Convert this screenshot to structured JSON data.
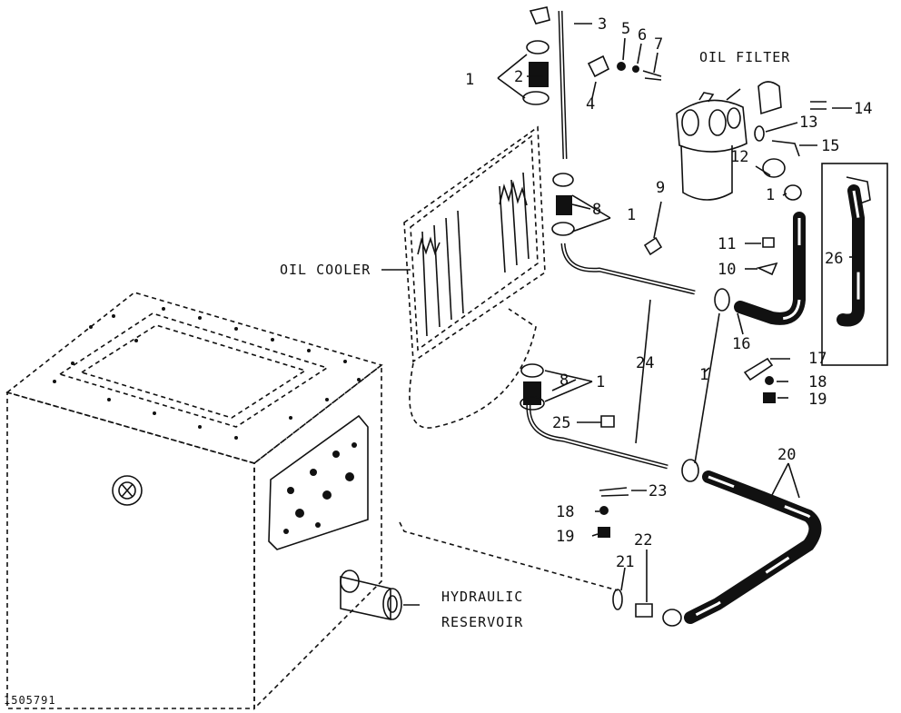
{
  "figure_id": "1505791",
  "assembly_labels": {
    "oil_filter": "OIL FILTER",
    "oil_cooler": "OIL COOLER",
    "reservoir_line1": "HYDRAULIC",
    "reservoir_line2": "RESERVOIR"
  },
  "callouts": {
    "c1a": "1",
    "c2": "2",
    "c3": "3",
    "c4": "4",
    "c5": "5",
    "c6": "6",
    "c7": "7",
    "c8a": "8",
    "c1b": "1",
    "c9": "9",
    "c10": "10",
    "c11": "11",
    "c12": "12",
    "c13": "13",
    "c14": "14",
    "c15": "15",
    "c1c": "1",
    "c16": "16",
    "c26": "26",
    "c17": "17",
    "c18a": "18",
    "c19a": "19",
    "c24": "24",
    "c1d": "1",
    "c8b": "8",
    "c1e": "1",
    "c25": "25",
    "c20": "20",
    "c23": "23",
    "c18b": "18",
    "c19b": "19",
    "c22": "22",
    "c21": "21"
  }
}
